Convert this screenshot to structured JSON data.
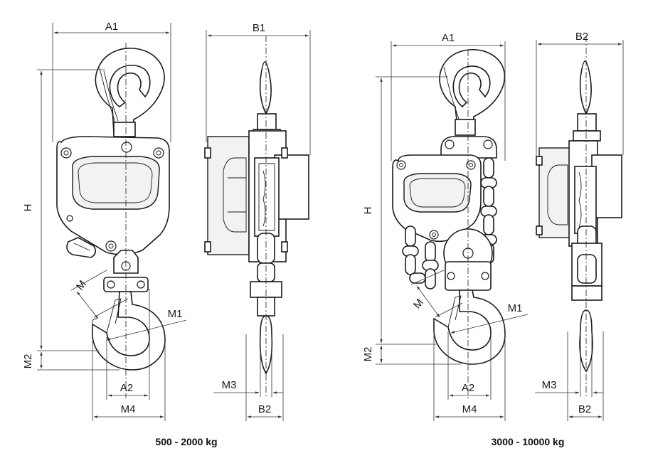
{
  "left_drawing": {
    "front": {
      "width_label": "A1",
      "height_label": "H",
      "hook_opening_label": "M",
      "hook_dim_label": "M1",
      "hook_offset_label": "M2",
      "hook_inner_label": "A2",
      "hook_outer_label": "M4"
    },
    "side": {
      "width_label": "B1",
      "bottom_label": "B2",
      "hook_thickness_label": "M3"
    },
    "caption": "500 - 2000 kg"
  },
  "right_drawing": {
    "front": {
      "width_label": "A1",
      "height_label": "H",
      "hook_opening_label": "M",
      "hook_dim_label": "M1",
      "hook_offset_label": "M2",
      "hook_inner_label": "A2",
      "hook_outer_label": "M4"
    },
    "side": {
      "width_label": "B2",
      "bottom_label": "B2",
      "hook_thickness_label": "M3"
    },
    "caption": "3000 - 10000 kg"
  },
  "colors": {
    "line": "#1a1a1a",
    "background": "#ffffff"
  },
  "icons": [
    "chain-hoist-front-view",
    "chain-hoist-side-view"
  ]
}
